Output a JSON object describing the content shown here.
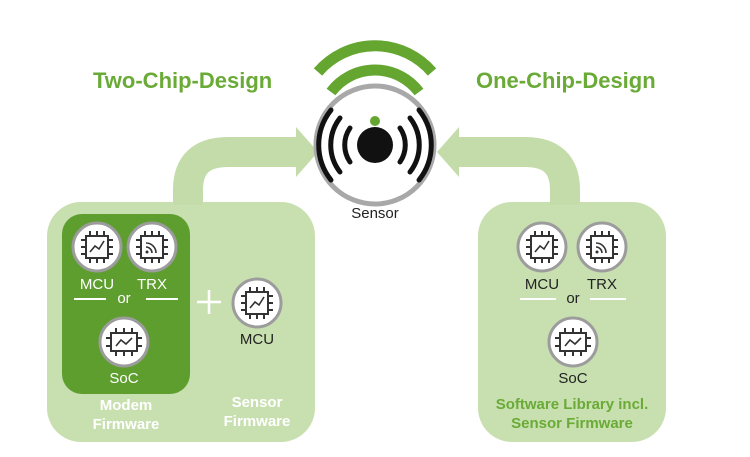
{
  "headings": {
    "left": "Two-Chip-Design",
    "right": "One-Chip-Design"
  },
  "sensor": {
    "label": "Sensor",
    "icon": "wifi-sensor-icon"
  },
  "left_panel": {
    "mcu_label": "MCU",
    "trx_label": "TRX",
    "or_label": "or",
    "soc_label": "SoC",
    "extra_mcu_label": "MCU",
    "modem_firmware": [
      "Modem",
      "Firmware"
    ],
    "sensor_firmware": [
      "Sensor",
      "Firmware"
    ]
  },
  "right_panel": {
    "mcu_label": "MCU",
    "trx_label": "TRX",
    "or_label": "or",
    "soc_label": "SoC",
    "software_library": [
      "Software Library incl.",
      "Sensor Firmware"
    ]
  },
  "colors": {
    "panel": "#c8e0b0",
    "dark_panel": "#5e9e2e",
    "arrow": "#c3dcaa",
    "accent": "#6aaa36",
    "wave": "#64a630"
  }
}
